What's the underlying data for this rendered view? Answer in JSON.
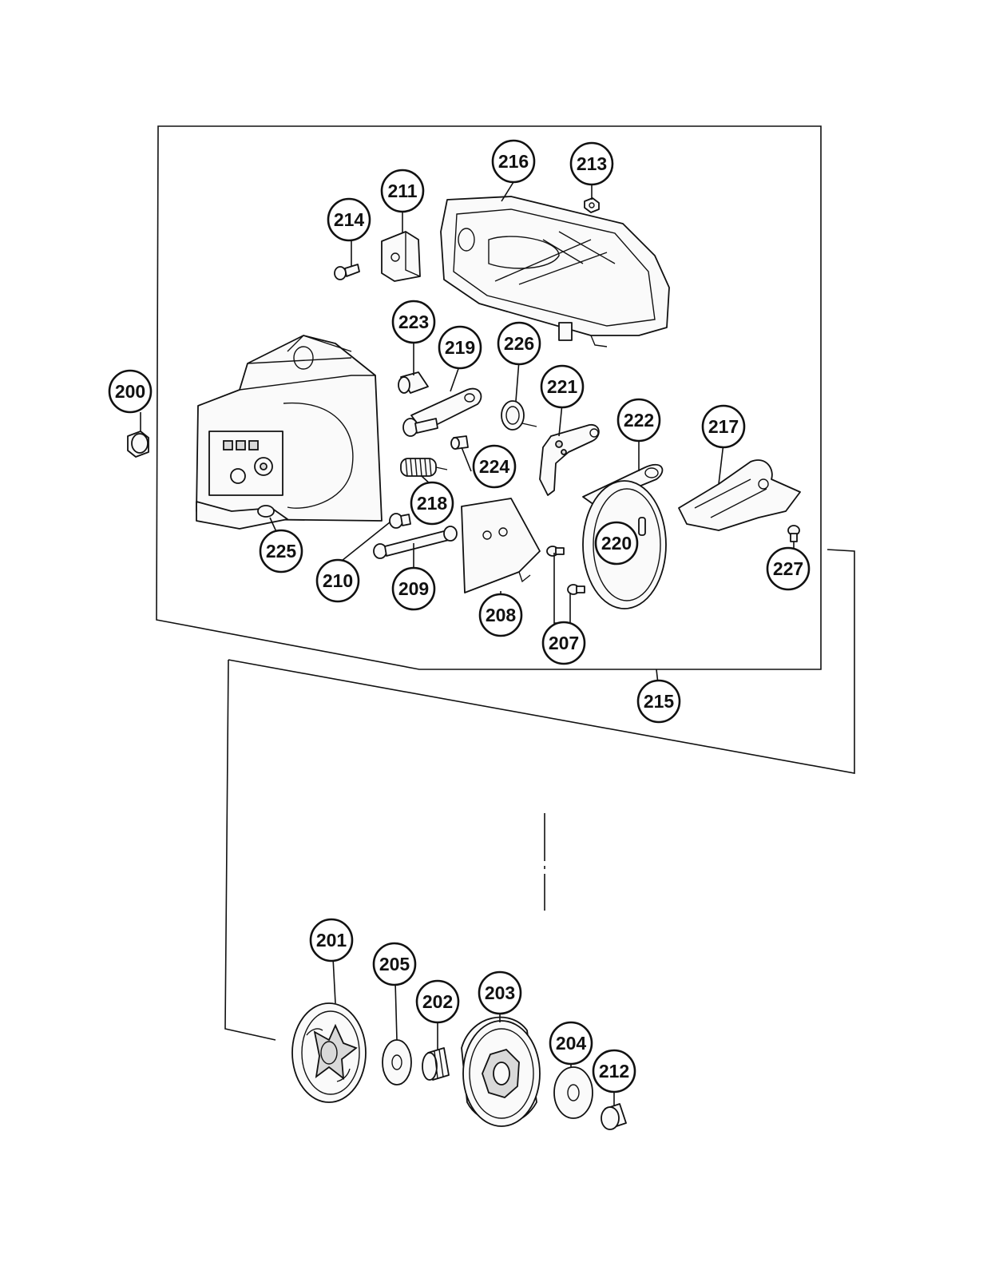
{
  "callouts": {
    "c200": "200",
    "c201": "201",
    "c202": "202",
    "c203": "203",
    "c204": "204",
    "c205": "205",
    "c207": "207",
    "c208": "208",
    "c209": "209",
    "c210": "210",
    "c211": "211",
    "c212": "212",
    "c213": "213",
    "c214": "214",
    "c215": "215",
    "c216": "216",
    "c217": "217",
    "c218": "218",
    "c219": "219",
    "c220": "220",
    "c221": "221",
    "c222": "222",
    "c223": "223",
    "c224": "224",
    "c225": "225",
    "c226": "226",
    "c227": "227"
  }
}
